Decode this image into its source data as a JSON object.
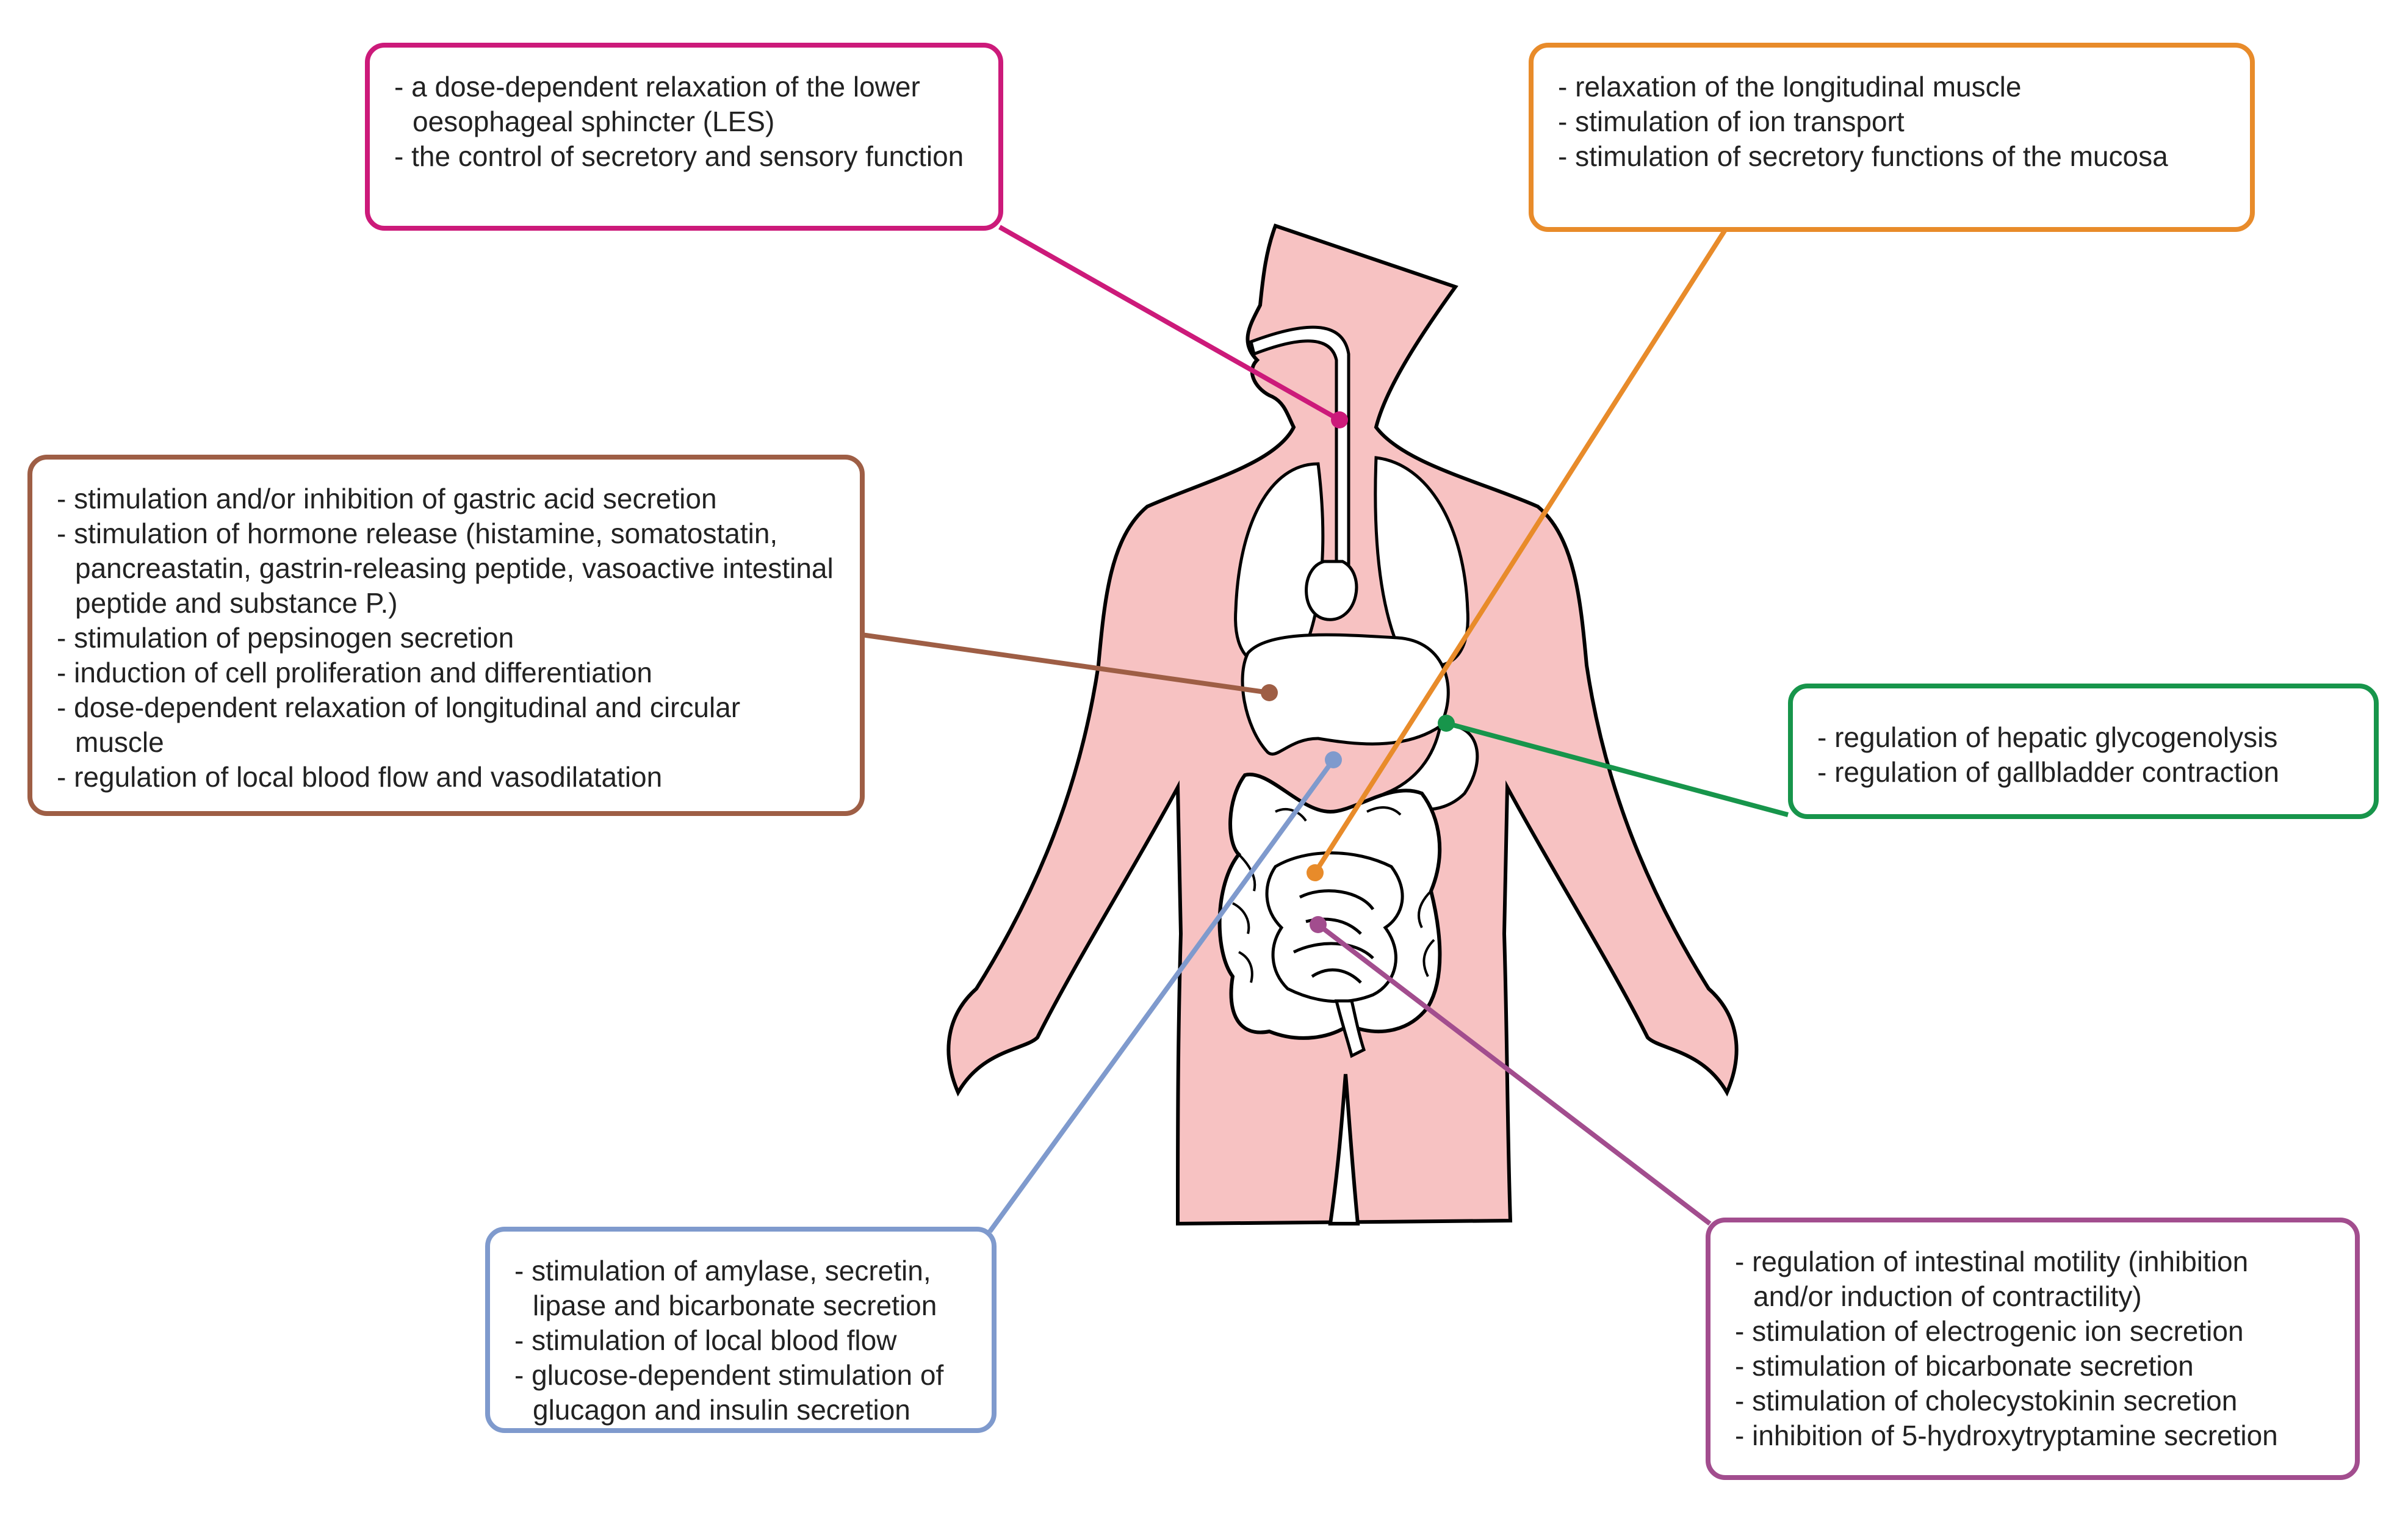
{
  "colors": {
    "les": "#cc1a7a",
    "large_intestine": "#e88b2a",
    "stomach": "#9e5e45",
    "liver": "#17954b",
    "pancreas": "#7f9acd",
    "small_intestine": "#a24d8e",
    "body_fill": "#f7c2c2",
    "body_outline": "#000000"
  },
  "boxes": {
    "les": {
      "organ": "lower oesophageal sphincter",
      "items": [
        "a dose-dependent relaxation of the lower oesophageal sphincter (LES)",
        "the control of secretory and sensory function"
      ]
    },
    "large_intestine": {
      "organ": "large intestine",
      "items": [
        "relaxation of the longitudinal muscle",
        "stimulation of ion transport",
        "stimulation of secretory functions of the mucosa"
      ]
    },
    "stomach": {
      "organ": "stomach",
      "items": [
        "stimulation and/or inhibition of gastric acid secretion",
        "stimulation of hormone release (histamine, somatostatin, pancreastatin, gastrin-releasing peptide, vasoactive intestinal peptide and substance P.)",
        "stimulation of pepsinogen secretion",
        "induction of cell proliferation and differentiation",
        "dose-dependent relaxation of longitudinal and circular muscle",
        "regulation of local blood flow and vasodilatation"
      ]
    },
    "liver": {
      "organ": "liver",
      "items": [
        "regulation of hepatic glycogenolysis",
        "regulation of gallbladder contraction"
      ]
    },
    "pancreas": {
      "organ": "pancreas",
      "items": [
        "stimulation of amylase, secretin, lipase and bicarbonate secretion",
        "stimulation of local blood flow",
        "glucose-dependent stimulation of glucagon and insulin secretion"
      ]
    },
    "small_intestine": {
      "organ": "small intestine",
      "items": [
        "regulation of intestinal motility (inhibition and/or induction of contractility)",
        "stimulation of electrogenic ion secretion",
        "stimulation of bicarbonate secretion",
        "stimulation of cholecystokinin secretion",
        "inhibition of 5-hydroxytryptamine secretion"
      ]
    }
  }
}
